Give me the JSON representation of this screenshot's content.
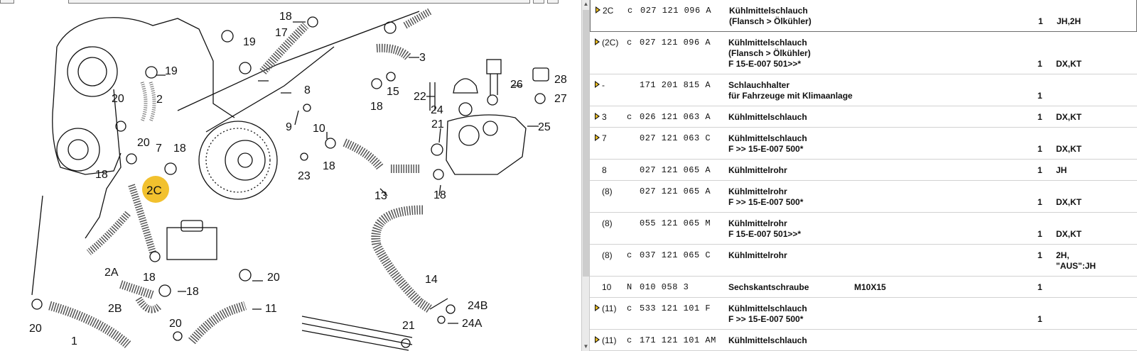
{
  "diagram": {
    "callouts": [
      "18",
      "2C",
      "3",
      "17",
      "19",
      "19",
      "2",
      "20",
      "15",
      "18",
      "26",
      "28",
      "22",
      "24",
      "27",
      "8",
      "9",
      "10",
      "25",
      "21",
      "20",
      "7",
      "18",
      "18",
      "23",
      "18",
      "13",
      "18",
      "14",
      "2A",
      "18",
      "18",
      "20",
      "2B",
      "11",
      "24B",
      "24A",
      "21",
      "20",
      "1",
      "20"
    ],
    "highlight": "2C"
  },
  "parts": [
    {
      "pos": "2C",
      "code": "c",
      "number": "027 121 096 A",
      "desc": [
        "Kühlmittelschlauch",
        "(Flansch > Ölkühler)"
      ],
      "extra": "",
      "qty": "1",
      "model": [
        "JH,2H"
      ],
      "marker": true,
      "selected": true
    },
    {
      "pos": "(2C)",
      "code": "c",
      "number": "027 121 096 A",
      "desc": [
        "Kühlmittelschlauch",
        "(Flansch > Ölkühler)",
        "F 15-E-007 501>>*"
      ],
      "extra": "",
      "qty": "1",
      "model": [
        "DX,KT"
      ],
      "marker": true,
      "selected": false
    },
    {
      "pos": "-",
      "code": "",
      "number": "171 201 815 A",
      "desc": [
        "Schlauchhalter",
        "für Fahrzeuge mit Klimaanlage"
      ],
      "extra": "",
      "qty": "1",
      "model": [],
      "marker": true,
      "selected": false
    },
    {
      "pos": "3",
      "code": "c",
      "number": "026 121 063 A",
      "desc": [
        "Kühlmittelschlauch"
      ],
      "extra": "",
      "qty": "1",
      "model": [
        "DX,KT"
      ],
      "marker": true,
      "selected": false
    },
    {
      "pos": "7",
      "code": "",
      "number": "027 121 063 C",
      "desc": [
        "Kühlmittelschlauch",
        "F            >> 15-E-007 500*"
      ],
      "extra": "",
      "qty": "1",
      "model": [
        "DX,KT"
      ],
      "marker": true,
      "selected": false
    },
    {
      "pos": "8",
      "code": "",
      "number": "027 121 065 A",
      "desc": [
        "Kühlmittelrohr"
      ],
      "extra": "",
      "qty": "1",
      "model": [
        "JH"
      ],
      "marker": false,
      "selected": false
    },
    {
      "pos": "(8)",
      "code": "",
      "number": "027 121 065 A",
      "desc": [
        "Kühlmittelrohr",
        "F            >> 15-E-007 500*"
      ],
      "extra": "",
      "qty": "1",
      "model": [
        "DX,KT"
      ],
      "marker": false,
      "selected": false
    },
    {
      "pos": "(8)",
      "code": "",
      "number": "055 121 065 M",
      "desc": [
        "Kühlmittelrohr",
        "F 15-E-007 501>>*"
      ],
      "extra": "",
      "qty": "1",
      "model": [
        "DX,KT"
      ],
      "marker": false,
      "selected": false
    },
    {
      "pos": "(8)",
      "code": "c",
      "number": "037 121 065 C",
      "desc": [
        "Kühlmittelrohr"
      ],
      "extra": "",
      "qty": "1",
      "model": [
        "2H,",
        "\"AUS\":JH"
      ],
      "marker": false,
      "selected": false
    },
    {
      "pos": "10",
      "code": "N",
      "number": "010 058 3",
      "desc": [
        "Sechskantschraube"
      ],
      "extra": "M10X15",
      "qty": "1",
      "model": [],
      "marker": false,
      "selected": false
    },
    {
      "pos": "(11)",
      "code": "c",
      "number": "533 121 101 F",
      "desc": [
        "Kühlmittelschlauch",
        "F            >> 15-E-007 500*"
      ],
      "extra": "",
      "qty": "1",
      "model": [],
      "marker": true,
      "selected": false
    },
    {
      "pos": "(11)",
      "code": "c",
      "number": "171 121 101 AM",
      "desc": [
        "Kühlmittelschlauch"
      ],
      "extra": "",
      "qty": "",
      "model": [],
      "marker": true,
      "selected": false
    }
  ]
}
